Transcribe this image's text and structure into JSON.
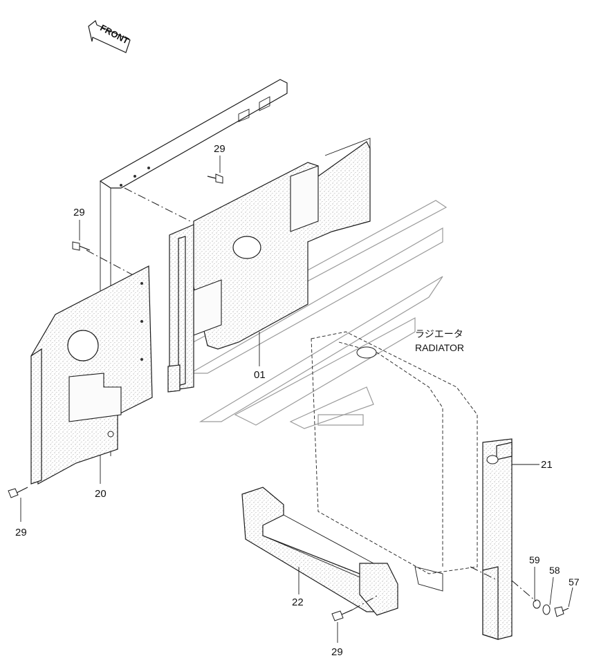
{
  "front_label": "FRONT",
  "radiator": {
    "japanese": "ラジエータ",
    "english": "RADIATOR"
  },
  "part_labels": {
    "p01": "01",
    "p20": "20",
    "p21": "21",
    "p22": "22",
    "p29_top": "29",
    "p29_left": "29",
    "p29_lower_left": "29",
    "p29_bottom": "29",
    "p57": "57",
    "p58": "58",
    "p59": "59"
  }
}
